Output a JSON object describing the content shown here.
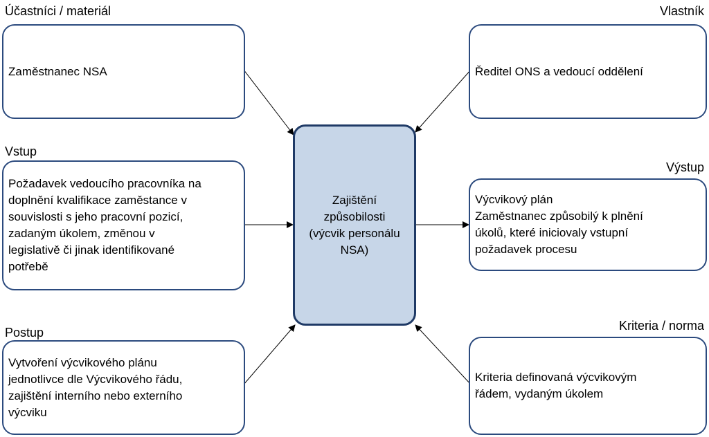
{
  "center": {
    "text": "Zajištění\nzpůsobilosti\n(výcvik personálu\nNSA)"
  },
  "participants": {
    "heading": "Účastníci / materiál",
    "text": "Zaměstnanec NSA"
  },
  "owner": {
    "heading": "Vlastník",
    "text": "Ředitel ONS a vedoucí oddělení"
  },
  "input": {
    "heading": "Vstup",
    "text": "Požadavek vedoucího pracovníka na\ndoplnění kvalifikace zaměstance v\nsouvislosti s jeho pracovní pozicí,\nzadaným úkolem, změnou v\nlegislativě či jinak identifikované\npotřebě"
  },
  "output": {
    "heading": "Výstup",
    "text": "Výcvikový plán\nZaměstnanec způsobilý k plnění\núkolů, které iniciovaly vstupní\npožadavek procesu"
  },
  "procedure": {
    "heading": "Postup",
    "text": "Vytvoření výcvikového plánu\njednotlivce dle Výcvikového řádu,\nzajištění interního nebo externího\nvýcviku"
  },
  "criteria": {
    "heading": "Kriteria / norma",
    "text": "Kriteria definovaná výcvikovým\nřádem, vydaným úkolem"
  },
  "colors": {
    "box_border": "#2b4a7e",
    "center_fill": "#c7d6e8",
    "connector": "#000000"
  }
}
